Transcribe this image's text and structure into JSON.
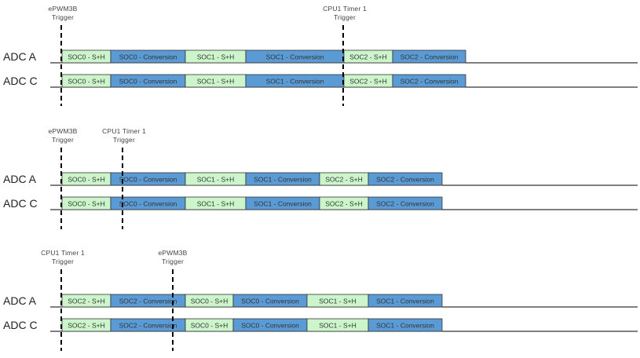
{
  "colors": {
    "sample_hold": "#ccf5cc",
    "conversion": "#5b9bd5",
    "line": "#000000"
  },
  "panels": [
    {
      "triggers": [
        {
          "line1": "ePWM3B",
          "line2": "Trigger"
        },
        {
          "line1": "CPU1 Timer 1",
          "line2": "Trigger"
        }
      ],
      "lanes": [
        {
          "label": "ADC A",
          "blocks": [
            {
              "text": "SOC0 - S+H",
              "kind": "sh"
            },
            {
              "text": "SOC0 - Conversion",
              "kind": "conv"
            },
            {
              "text": "SOC1 - S+H",
              "kind": "sh"
            },
            {
              "text": "SOC1 - Conversion",
              "kind": "conv"
            },
            {
              "text": "SOC2 - S+H",
              "kind": "sh"
            },
            {
              "text": "SOC2 - Conversion",
              "kind": "conv"
            }
          ]
        },
        {
          "label": "ADC C",
          "blocks": [
            {
              "text": "SOC0 - S+H",
              "kind": "sh"
            },
            {
              "text": "SOC0 - Conversion",
              "kind": "conv"
            },
            {
              "text": "SOC1 - S+H",
              "kind": "sh"
            },
            {
              "text": "SOC1 - Conversion",
              "kind": "conv"
            },
            {
              "text": "SOC2 - S+H",
              "kind": "sh"
            },
            {
              "text": "SOC2 - Conversion",
              "kind": "conv"
            }
          ]
        }
      ]
    },
    {
      "triggers": [
        {
          "line1": "ePWM3B",
          "line2": "Trigger"
        },
        {
          "line1": "CPU1 Timer 1",
          "line2": "Trigger"
        }
      ],
      "lanes": [
        {
          "label": "ADC A",
          "blocks": [
            {
              "text": "SOC0 - S+H",
              "kind": "sh"
            },
            {
              "text": "SOC0 - Conversion",
              "kind": "conv"
            },
            {
              "text": "SOC1 - S+H",
              "kind": "sh"
            },
            {
              "text": "SOC1 - Conversion",
              "kind": "conv"
            },
            {
              "text": "SOC2 - S+H",
              "kind": "sh"
            },
            {
              "text": "SOC2 - Conversion",
              "kind": "conv"
            }
          ]
        },
        {
          "label": "ADC C",
          "blocks": [
            {
              "text": "SOC0 - S+H",
              "kind": "sh"
            },
            {
              "text": "SOC0 - Conversion",
              "kind": "conv"
            },
            {
              "text": "SOC1 - S+H",
              "kind": "sh"
            },
            {
              "text": "SOC1 - Conversion",
              "kind": "conv"
            },
            {
              "text": "SOC2 - S+H",
              "kind": "sh"
            },
            {
              "text": "SOC2 - Conversion",
              "kind": "conv"
            }
          ]
        }
      ]
    },
    {
      "triggers": [
        {
          "line1": "CPU1 Timer 1",
          "line2": "Trigger"
        },
        {
          "line1": "ePWM3B",
          "line2": "Trigger"
        }
      ],
      "lanes": [
        {
          "label": "ADC A",
          "blocks": [
            {
              "text": "SOC2 - S+H",
              "kind": "sh"
            },
            {
              "text": "SOC2 - Conversion",
              "kind": "conv"
            },
            {
              "text": "SOC0 - S+H",
              "kind": "sh"
            },
            {
              "text": "SOC0 - Conversion",
              "kind": "conv"
            },
            {
              "text": "SOC1 - S+H",
              "kind": "sh"
            },
            {
              "text": "SOC1 - Conversion",
              "kind": "conv"
            }
          ]
        },
        {
          "label": "ADC C",
          "blocks": [
            {
              "text": "SOC2 - S+H",
              "kind": "sh"
            },
            {
              "text": "SOC2 - Conversion",
              "kind": "conv"
            },
            {
              "text": "SOC0 - S+H",
              "kind": "sh"
            },
            {
              "text": "SOC0 - Conversion",
              "kind": "conv"
            },
            {
              "text": "SOC1 - S+H",
              "kind": "sh"
            },
            {
              "text": "SOC1 - Conversion",
              "kind": "conv"
            }
          ]
        }
      ]
    }
  ]
}
